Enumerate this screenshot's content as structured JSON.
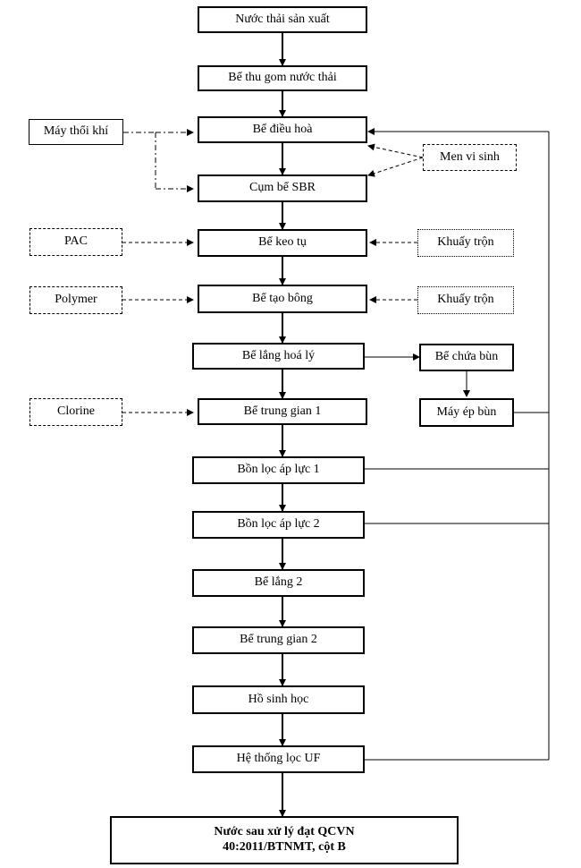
{
  "main_flow": [
    "Nước thải sản xuất",
    "Bể thu gom nước thải",
    "Bể điều hoà",
    "Cụm bể SBR",
    "Bể keo tụ",
    "Bể tạo bông",
    "Bể lắng hoá lý",
    "Bể trung gian 1",
    "Bồn lọc áp lực 1",
    "Bồn lọc áp lực 2",
    "Bể lắng 2",
    "Bể trung gian 2",
    "Hồ sinh học",
    "Hệ thống lọc UF"
  ],
  "final_output": {
    "line1": "Nước sau xử lý đạt QCVN",
    "line2": "40:2011/BTNMT, cột B"
  },
  "inputs": {
    "blower": "Máy thổi khí",
    "microbes": "Men vi sinh",
    "pac": "PAC",
    "polymer": "Polymer",
    "clorine": "Clorine",
    "mixing_1": "Khuấy trộn",
    "mixing_2": "Khuấy trộn"
  },
  "sludge": {
    "tank": "Bể chứa bùn",
    "press": "Máy ép bùn"
  }
}
